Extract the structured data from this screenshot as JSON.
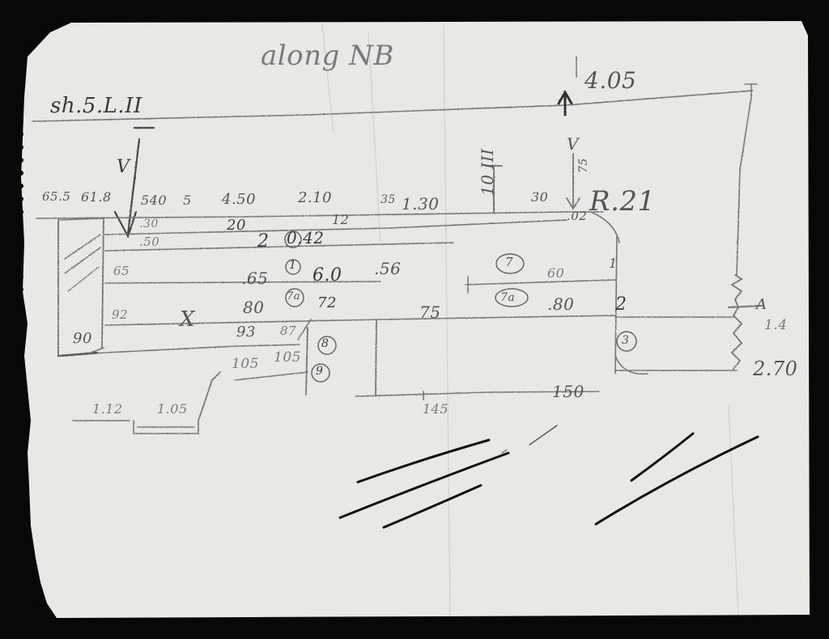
{
  "paper_color": "#e9e8e5",
  "ink_color": "#555555",
  "background_color": "#080808",
  "header": {
    "title": "along NB",
    "sheet_ref": "sh.5.L.II",
    "top_dimension": "4.05"
  },
  "section_marks": {
    "left_section": "V",
    "vertical_section": "10 III",
    "right_section": "V",
    "right_section_value": "75",
    "room_label": "R.21"
  },
  "labels": {
    "a_655": "65.5",
    "a_618": "61.8",
    "a_540": "540",
    "a_5": "5",
    "a_450": "4.50",
    "a_210": "2.10",
    "a_35": "35",
    "a_130": "1.30",
    "a_30top": "30",
    "a_02": ".02",
    "a_30": ".30",
    "a_20": "20",
    "a_12": "12",
    "a_50": ".50",
    "a_2": "2",
    "a_042": "0.42",
    "a_65": "65",
    "a_165": ".65",
    "a_c1": "1",
    "a_60a": "6.0",
    "a_56": ".56",
    "a_c7": "7",
    "a_60b": "60",
    "a_r1": "1",
    "a_92": "92",
    "a_80a": "80",
    "a_c7a": "7a",
    "a_72": "72",
    "a_x": "X",
    "a_75": "75",
    "a_c7b": "7a",
    "a_80b": ".80",
    "a_z2": "2",
    "a_90": "90",
    "a_93": "93",
    "a_87": "87",
    "a_c8": "8",
    "a_c3": "3",
    "a_105a": "105",
    "a_105b": "105",
    "a_c9": "9",
    "a_145": "145",
    "a_150": "150",
    "a_112": "1.12",
    "a_105c": "1.05",
    "a_14": "1.4",
    "a_270": "2.70",
    "a_A": "A"
  }
}
